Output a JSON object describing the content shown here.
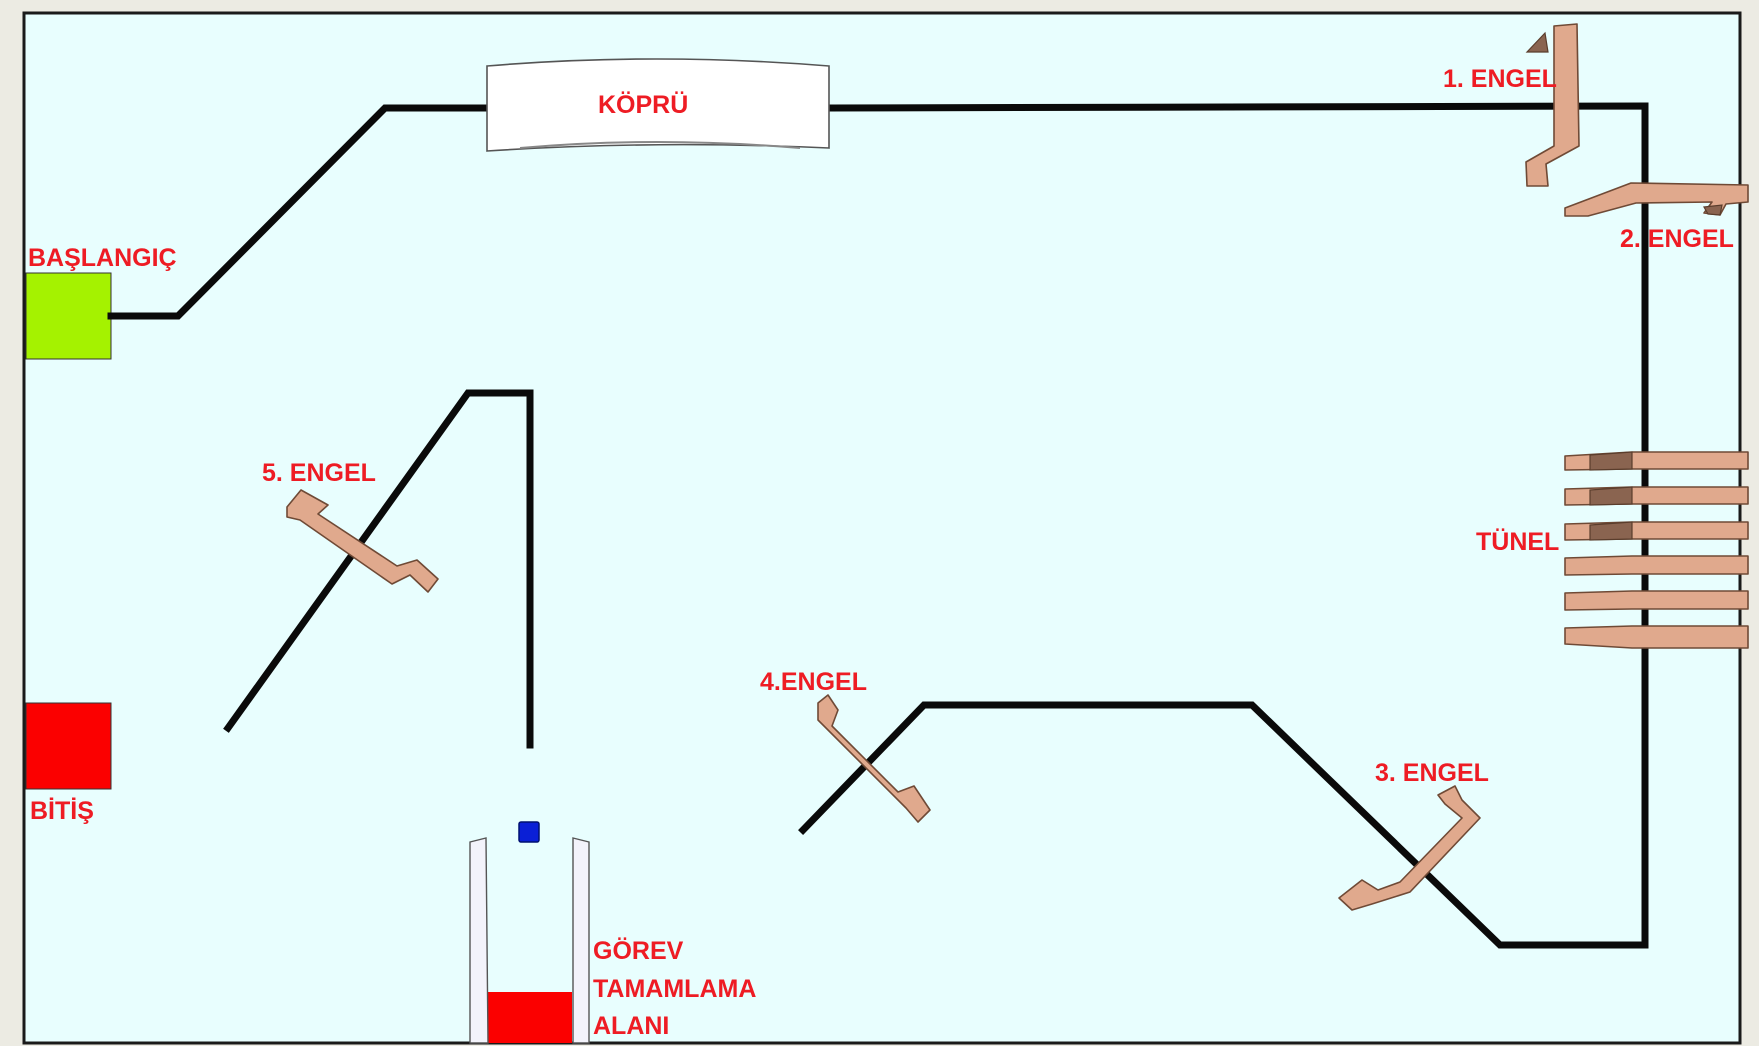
{
  "labels": {
    "start": "BAŞLANGIÇ",
    "finish": "BİTİŞ",
    "bridge": "KÖPRÜ",
    "tunnel": "TÜNEL",
    "obstacle_1": "1. ENGEL",
    "obstacle_2": "2. ENGEL",
    "obstacle_3": "3.  ENGEL",
    "obstacle_4": "4.ENGEL",
    "obstacle_5": "5. ENGEL",
    "task_line_1": "GÖREV",
    "task_line_2": "TAMAMLAMA",
    "task_line_3": "ALANI"
  },
  "colors": {
    "field": "#e8fefe",
    "start_zone": "#a5f200",
    "finish_zone": "#fb0000",
    "task_zone": "#fb0000",
    "line": "#0a0a0a",
    "label": "#ee1c24",
    "obstacle": "#e0a98d",
    "cube": "#0a1fd6"
  }
}
